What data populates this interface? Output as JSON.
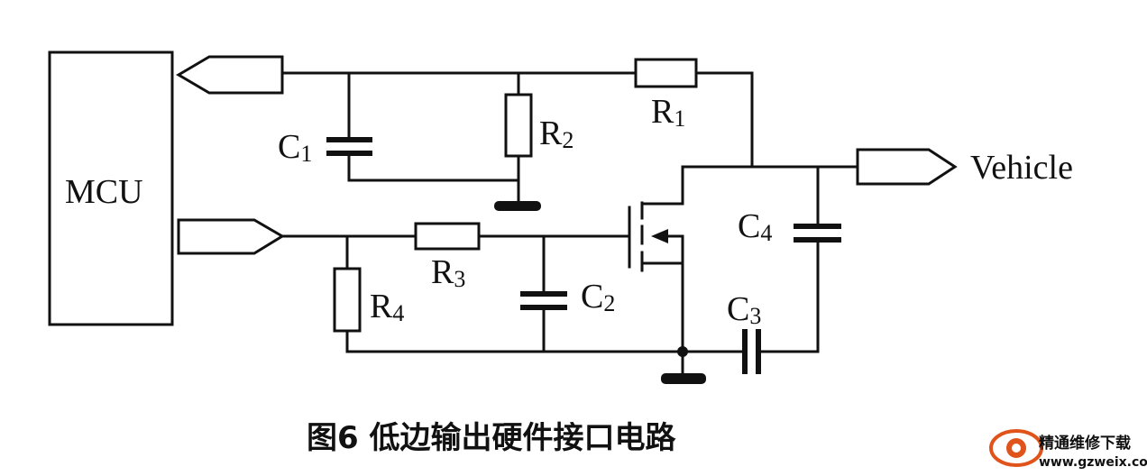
{
  "figure": {
    "caption": "图6   低边输出硬件接口电路"
  },
  "labels": {
    "mcu": "MCU",
    "vehicle": "Vehicle",
    "r1": {
      "letter": "R",
      "sub": "1"
    },
    "r2": {
      "letter": "R",
      "sub": "2"
    },
    "r3": {
      "letter": "R",
      "sub": "3"
    },
    "r4": {
      "letter": "R",
      "sub": "4"
    },
    "c1": {
      "letter": "C",
      "sub": "1"
    },
    "c2": {
      "letter": "C",
      "sub": "2"
    },
    "c3": {
      "letter": "C",
      "sub": "3"
    },
    "c4": {
      "letter": "C",
      "sub": "4"
    }
  },
  "watermark": {
    "name": "精通维修下载",
    "url": "www.gzweix.com",
    "icon": "eye-logo-icon",
    "color": "#e0541c"
  }
}
